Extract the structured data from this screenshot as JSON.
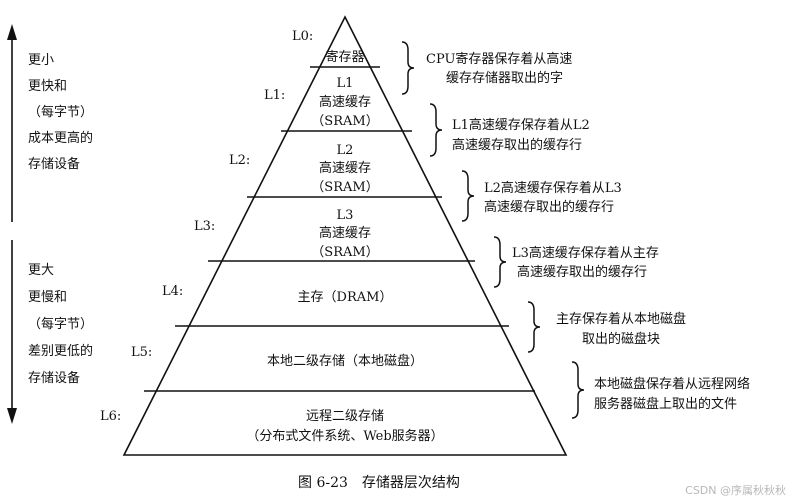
{
  "left_annotations": {
    "top": [
      "更小",
      "更快和",
      "（每字节）",
      "成本更高的",
      "存储设备"
    ],
    "bottom": [
      "更大",
      "更慢和",
      "（每字节）",
      "差别更低的",
      "存储设备"
    ]
  },
  "levels": [
    {
      "label": "L0:",
      "lines": [
        "寄存器"
      ],
      "desc": [
        "CPU寄存器保存着从高速",
        "缓存存储器取出的字"
      ]
    },
    {
      "label": "L1:",
      "lines": [
        "L1",
        "高速缓存",
        "（SRAM）"
      ],
      "desc": [
        "L1高速缓存保存着从L2",
        "高速缓存取出的缓存行"
      ]
    },
    {
      "label": "L2:",
      "lines": [
        "L2",
        "高速缓存",
        "（SRAM）"
      ],
      "desc": [
        "L2高速缓存保存着从L3",
        "高速缓存取出的缓存行"
      ]
    },
    {
      "label": "L3:",
      "lines": [
        "L3",
        "高速缓存",
        "（SRAM）"
      ],
      "desc": [
        "L3高速缓存保存着从主存",
        "高速缓存取出的缓存行"
      ]
    },
    {
      "label": "L4:",
      "lines": [
        "主存（DRAM）"
      ],
      "desc": [
        "主存保存着从本地磁盘",
        "取出的磁盘块"
      ]
    },
    {
      "label": "L5:",
      "lines": [
        "本地二级存储（本地磁盘）"
      ],
      "desc": [
        "本地磁盘保存着从远程网络",
        "服务器磁盘上取出的文件"
      ]
    },
    {
      "label": "L6:",
      "lines": [
        "远程二级存储",
        "（分布式文件系统、Web服务器）"
      ],
      "desc": []
    }
  ],
  "caption": "图 6-23　存储器层次结构",
  "watermark": "CSDN @序属秋秋秋"
}
